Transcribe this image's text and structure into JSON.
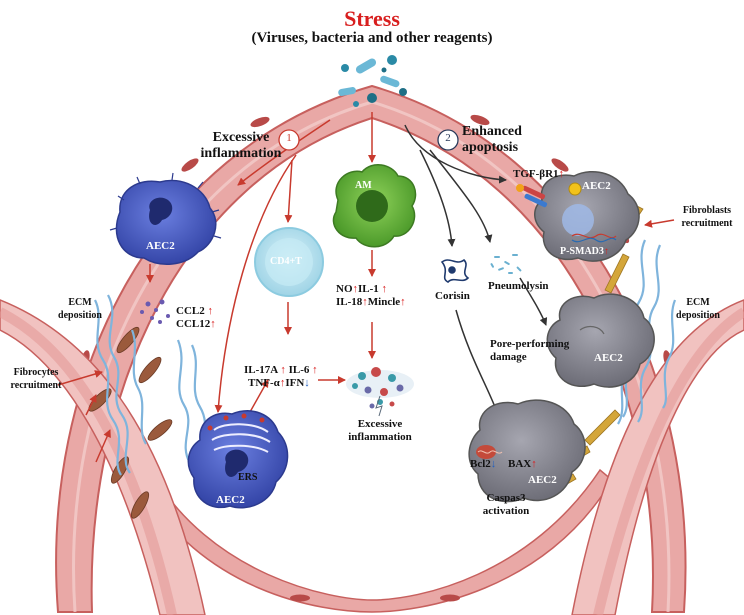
{
  "title": "Stress",
  "subtitle": "(Viruses, bacteria and other reagents)",
  "sections": {
    "inflammation": {
      "number": "1",
      "line1": "Excessive",
      "line2": "inflammation"
    },
    "apoptosis": {
      "number": "2",
      "line1": "Enhanced",
      "line2": "apoptosis"
    }
  },
  "cells": {
    "aec2_top_left": "AEC2",
    "cd4": "CD4+T",
    "am": "AM",
    "aec2_bottom_left": "AEC2",
    "ers": "ERS",
    "aec2_tgf": "AEC2",
    "aec2_pore": "AEC2",
    "aec2_bottom_right": "AEC2"
  },
  "labels": {
    "ccl2": "CCL2",
    "ccl12": "CCL12",
    "no": "NO",
    "il1": "IL-1",
    "il18": "IL-18",
    "mincle": "Mincle",
    "il17a": "IL-17A",
    "il6": "IL-6",
    "tnfa": "TNF-α",
    "ifn": "IFN",
    "excessive_infl_1": "Excessive",
    "excessive_infl_2": "inflammation",
    "tgf": "TGF-βR1",
    "psmad": "P-SMAD3",
    "corisin": "Corisin",
    "pneumolysin": "Pneumolysin",
    "pore_1": "Pore-performing",
    "pore_2": "damage",
    "bcl2": "Bcl2",
    "bax": "BAX",
    "caspas_1": "Caspas3",
    "caspas_2": "activation",
    "ecm_left_1": "ECM",
    "ecm_left_2": "deposition",
    "ecm_right_1": "ECM",
    "ecm_right_2": "deposition",
    "fibrocytes_1": "Fibrocytes",
    "fibrocytes_2": "recruitment",
    "fibroblasts_1": "Fibroblasts",
    "fibroblasts_2": "recruitment"
  },
  "markers": {
    "up": "↑",
    "down": "↓"
  },
  "colors": {
    "title_red": "#d81e1e",
    "vessel_wall": "#e8a6a4",
    "vessel_dark": "#c7605e",
    "arrow_red": "#c83a2e",
    "arrow_dark": "#333333",
    "aec2_blue": "#4a5fc4",
    "am_green": "#67b83a",
    "cd4_cyan": "#a8dcea",
    "gray_cell": "#8c8c96",
    "fibroblast": "#d4a63a",
    "ecm_blue": "#7fb4dc"
  }
}
